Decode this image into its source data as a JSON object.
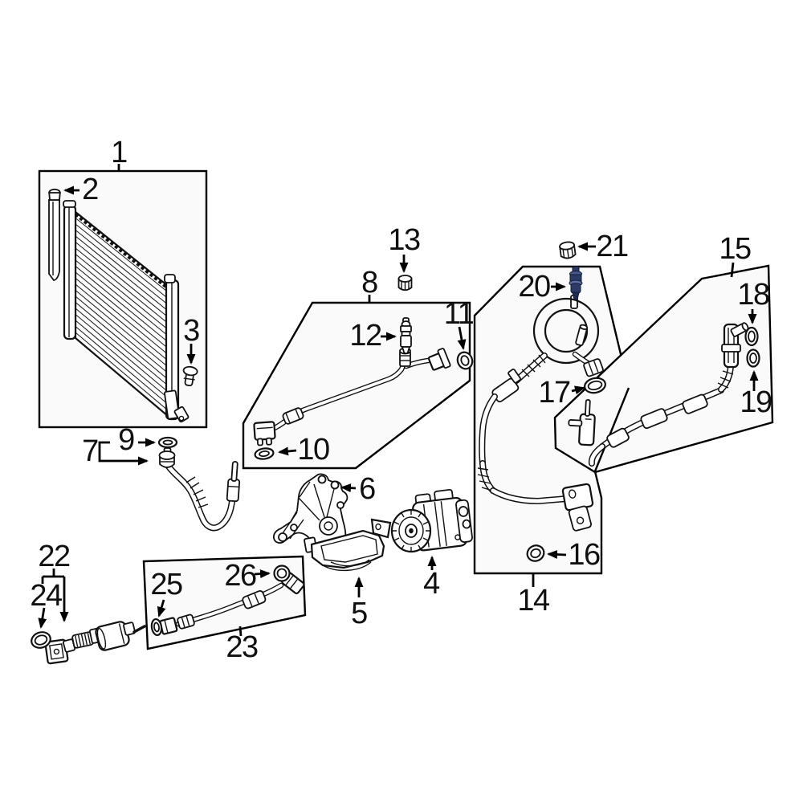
{
  "diagram": {
    "background": "#ffffff",
    "line_color": "#000000",
    "panel_fill": "#fafafa",
    "highlight": {
      "callout": "20",
      "fill": "#2c3a66",
      "light": "#5a6da0",
      "dark": "#131c3a"
    },
    "callouts": [
      {
        "num": "1"
      },
      {
        "num": "2"
      },
      {
        "num": "3"
      },
      {
        "num": "4"
      },
      {
        "num": "5"
      },
      {
        "num": "6"
      },
      {
        "num": "7"
      },
      {
        "num": "8"
      },
      {
        "num": "9"
      },
      {
        "num": "10"
      },
      {
        "num": "11"
      },
      {
        "num": "12"
      },
      {
        "num": "13"
      },
      {
        "num": "14"
      },
      {
        "num": "15"
      },
      {
        "num": "16"
      },
      {
        "num": "17"
      },
      {
        "num": "18"
      },
      {
        "num": "19"
      },
      {
        "num": "20"
      },
      {
        "num": "21"
      },
      {
        "num": "22"
      },
      {
        "num": "23"
      },
      {
        "num": "24"
      },
      {
        "num": "25"
      },
      {
        "num": "26"
      }
    ]
  }
}
